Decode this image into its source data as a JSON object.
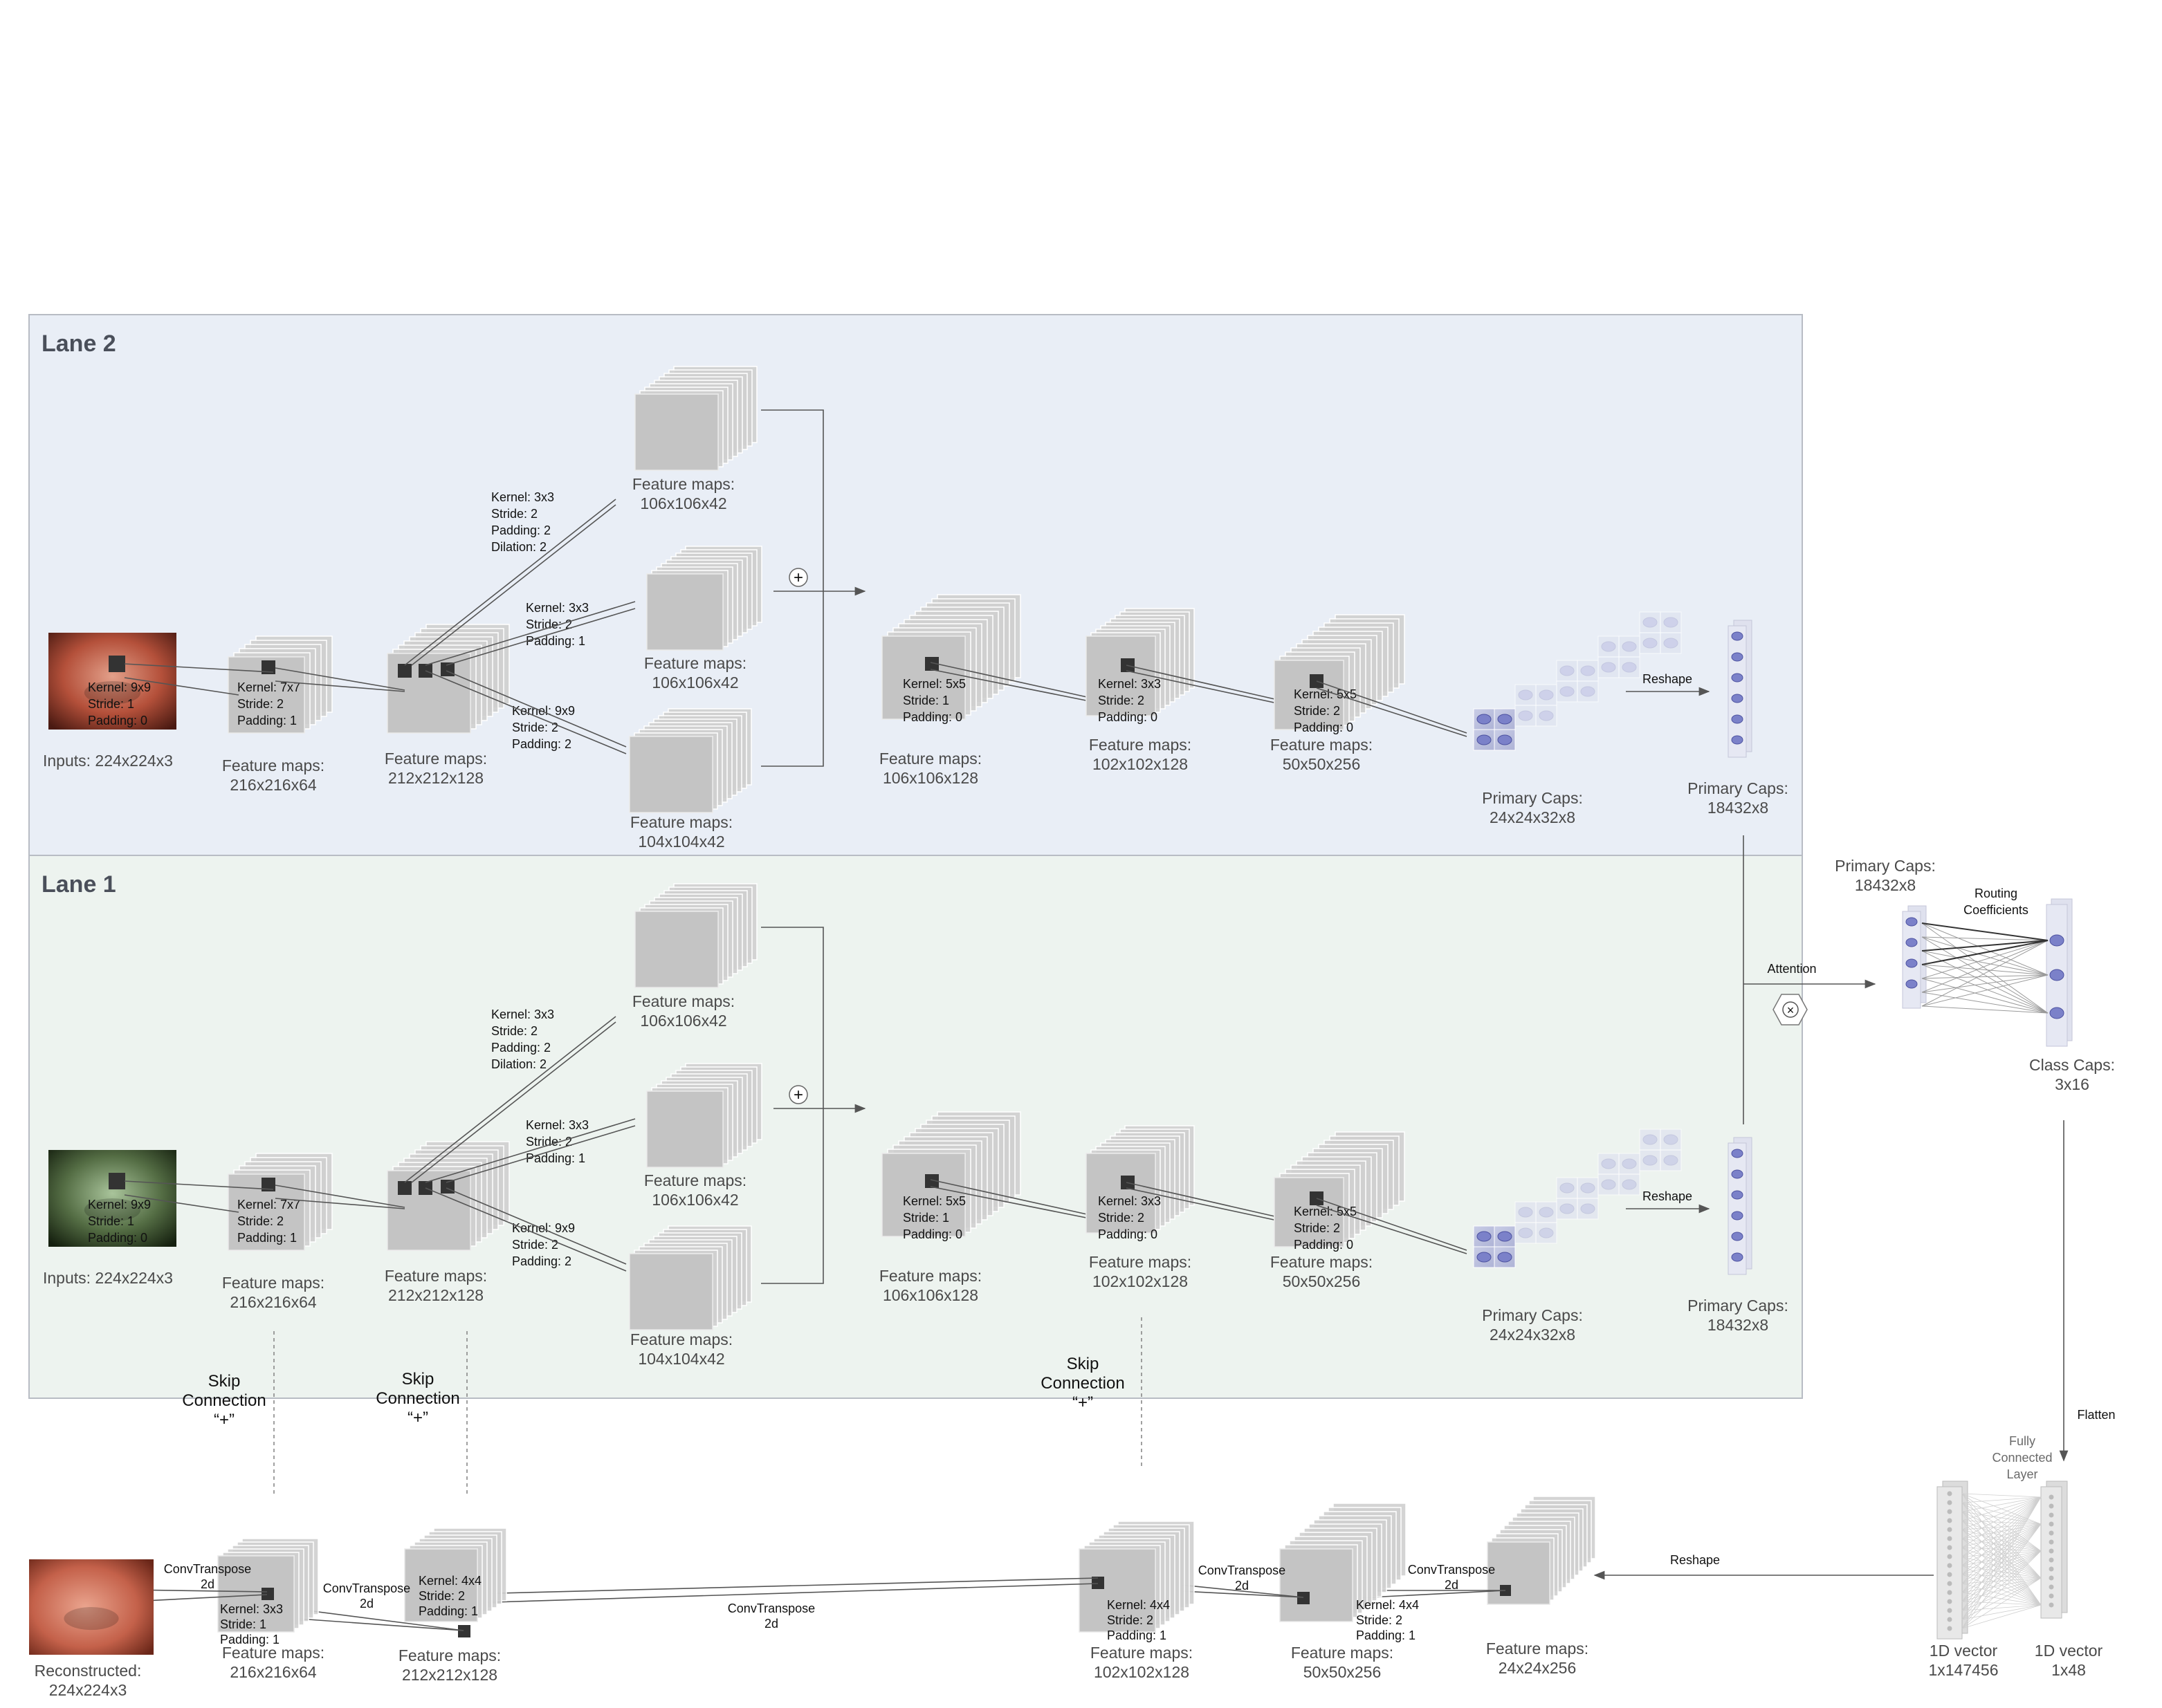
{
  "lanes": {
    "lane2": "Lane 2",
    "lane1": "Lane 1"
  },
  "encoder": {
    "input_label": "Inputs: 224x224x3",
    "conv1": {
      "params": [
        "Kernel: 9x9",
        "Stride: 1",
        "Padding: 0"
      ],
      "label": [
        "Feature maps:",
        "216x216x64"
      ]
    },
    "conv2": {
      "params": [
        "Kernel: 7x7",
        "Stride: 2",
        "Padding: 1"
      ],
      "label": [
        "Feature maps:",
        "212x212x128"
      ]
    },
    "branch_a": {
      "params": [
        "Kernel: 3x3",
        "Stride: 2",
        "Padding: 2",
        "Dilation: 2"
      ],
      "label": [
        "Feature maps:",
        "106x106x42"
      ]
    },
    "branch_b": {
      "params": [
        "Kernel: 3x3",
        "Stride: 2",
        "Padding: 1"
      ],
      "label": [
        "Feature maps:",
        "106x106x42"
      ]
    },
    "branch_c": {
      "params": [
        "Kernel: 9x9",
        "Stride: 2",
        "Padding: 2"
      ],
      "label": [
        "Feature maps:",
        "104x104x42"
      ]
    },
    "merge": {
      "params": [
        "Kernel: 5x5",
        "Stride: 1",
        "Padding: 0"
      ],
      "label": [
        "Feature maps:",
        "106x106x128"
      ]
    },
    "conv5": {
      "params": [
        "Kernel: 3x3",
        "Stride: 2",
        "Padding: 0"
      ],
      "label": [
        "Feature maps:",
        "102x102x128"
      ]
    },
    "conv6": {
      "params": [
        "Kernel: 5x5",
        "Stride: 2",
        "Padding: 0"
      ],
      "label": [
        "Feature maps:",
        "50x50x256"
      ]
    },
    "primary_caps": [
      "Primary Caps:",
      "24x24x32x8"
    ],
    "reshape": "Reshape",
    "primary_caps_flat": [
      "Primary Caps:",
      "18432x8"
    ]
  },
  "plus_symbol": "+",
  "attention": {
    "label": "Attention",
    "multiply_symbol": "×"
  },
  "routing": {
    "primary_caps": [
      "Primary Caps:",
      "18432x8"
    ],
    "coefficients": [
      "Routing",
      "Coefficients"
    ],
    "class_caps": [
      "Class Caps:",
      "3x16"
    ],
    "flatten": "Flatten"
  },
  "skip_connections": [
    [
      "Skip",
      "Connection",
      "“+”"
    ],
    [
      "Skip",
      "Connection",
      "“+”"
    ],
    [
      "Skip",
      "Connection",
      "“+”"
    ]
  ],
  "decoder": {
    "fc_layer": [
      "Fully",
      "Connected",
      "Layer"
    ],
    "vec_big": [
      "1D vector",
      "1x147456"
    ],
    "vec_small": [
      "1D vector",
      "1x48"
    ],
    "reshape": "Reshape",
    "fm_24": [
      "Feature maps:",
      "24x24x256"
    ],
    "convT": [
      "ConvTranspose",
      "2d"
    ],
    "d50": {
      "params": [
        "Kernel: 4x4",
        "Stride: 2",
        "Padding: 1"
      ],
      "label": [
        "Feature maps:",
        "50x50x256"
      ]
    },
    "d102": {
      "params": [
        "Kernel: 4x4",
        "Stride: 2",
        "Padding: 1"
      ],
      "label": [
        "Feature maps:",
        "102x102x128"
      ]
    },
    "d212": {
      "params": [
        "Kernel: 4x4",
        "Stride: 2",
        "Padding: 1"
      ],
      "label": [
        "Feature maps:",
        "212x212x128"
      ]
    },
    "d216": {
      "params": [
        "Kernel: 3x3",
        "Stride: 1",
        "Padding: 1"
      ],
      "label": [
        "Feature maps:",
        "216x216x64"
      ]
    },
    "reconstructed": [
      "Reconstructed:",
      "224x224x3"
    ]
  }
}
